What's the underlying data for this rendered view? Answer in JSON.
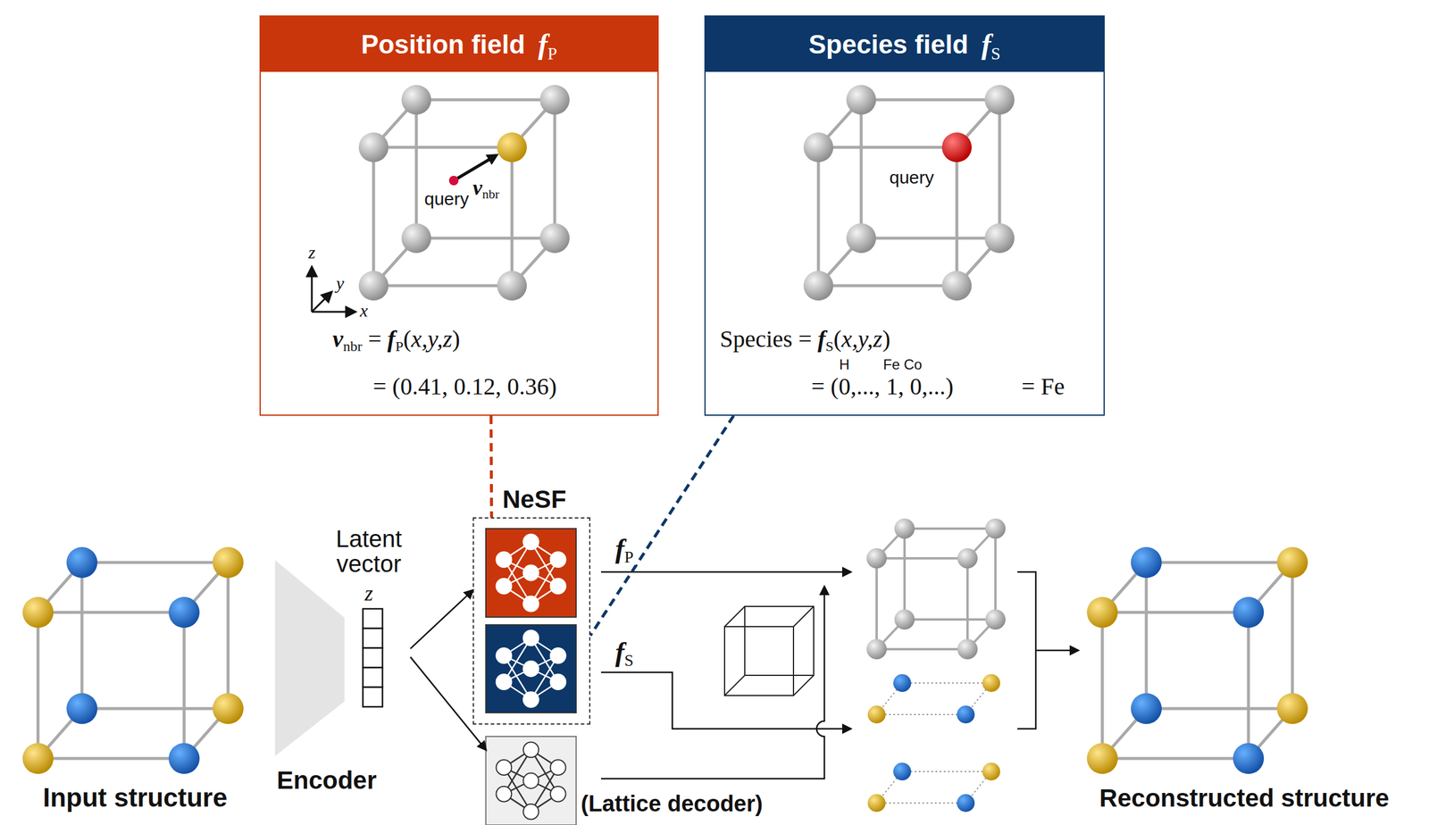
{
  "diagram": {
    "nodes": [
      {
        "text": [
          "Position field",
          "fP"
        ]
      },
      {
        "text": [
          "Species field",
          "fS"
        ]
      },
      {
        "text": [
          "Input structure"
        ]
      },
      {
        "text": [
          "Encoder"
        ]
      },
      {
        "text": [
          "Latent vector",
          "z"
        ]
      },
      {
        "text": [
          "NeSF"
        ]
      },
      {
        "text": [
          "(Lattice decoder)"
        ]
      },
      {
        "text": [
          "Reconstructed structure"
        ]
      }
    ],
    "edges": [
      {
        "from": 4,
        "to": 5,
        "arrow": "to"
      },
      {
        "from": 4,
        "to": 6,
        "arrow": "to"
      },
      {
        "from": 0,
        "to": 5,
        "arrow": "none"
      },
      {
        "from": 1,
        "to": 5,
        "arrow": "none"
      }
    ],
    "labels": [
      "query",
      "vnbr",
      "z",
      "y",
      "x",
      "vnbr = fP(x,y,z)",
      "= (0.41, 0.12, 0.36)",
      "query",
      "Species = fS(x,y,z)",
      "H",
      "Fe Co",
      "= (0,..., 1, 0,...)",
      "= Fe",
      "fP",
      "fS"
    ]
  }
}
